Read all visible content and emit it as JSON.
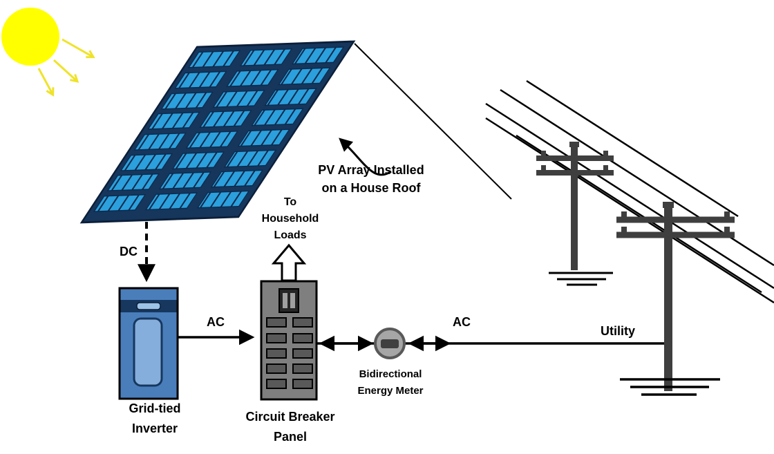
{
  "diagram": {
    "pv_array_label": {
      "line1": "PV Array Installed",
      "line2": "on a House Roof"
    },
    "dc_label": "DC",
    "inverter_ac_label": "AC",
    "grid_ac_label": "AC",
    "utility_label": "Utility",
    "household_label": {
      "line1": "To",
      "line2": "Household",
      "line3": "Loads"
    },
    "meter_label": {
      "line1": "Bidirectional",
      "line2": "Energy Meter"
    },
    "inverter_label": {
      "line1": "Grid-tied",
      "line2": "Inverter"
    },
    "breaker_label": {
      "line1": "Circuit Breaker",
      "line2": "Panel"
    }
  },
  "colors": {
    "sun": "#ffff00",
    "sun_ray": "#efe32a",
    "pv_frame": "#16365c",
    "pv_cell": "#2ba0dc",
    "pv_cell_line": "#0d2a4d",
    "inverter_body": "#4a7ebb",
    "inverter_band": "#17375e",
    "inverter_inner": "#85aedd",
    "breaker_panel": "#7f7f7f",
    "breaker_switch": "#595959",
    "meter_body": "#a6a6a6",
    "meter_display": "#404040",
    "pole": "#3f3f3f",
    "line": "#000000"
  }
}
